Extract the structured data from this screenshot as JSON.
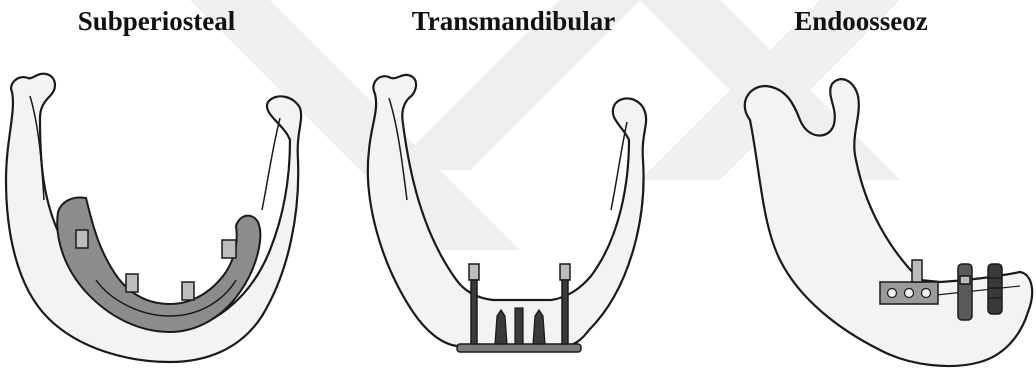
{
  "panels": [
    {
      "title": "Subperiosteal"
    },
    {
      "title": "Transmandibular"
    },
    {
      "title": "Endoosseoz"
    }
  ],
  "colors": {
    "bone_fill": "#f3f3f1",
    "outline": "#1a1a1a",
    "implant_frame": "#8c8c8c",
    "implant_dark": "#3a3a3a",
    "watermark": "#eeeeee"
  }
}
